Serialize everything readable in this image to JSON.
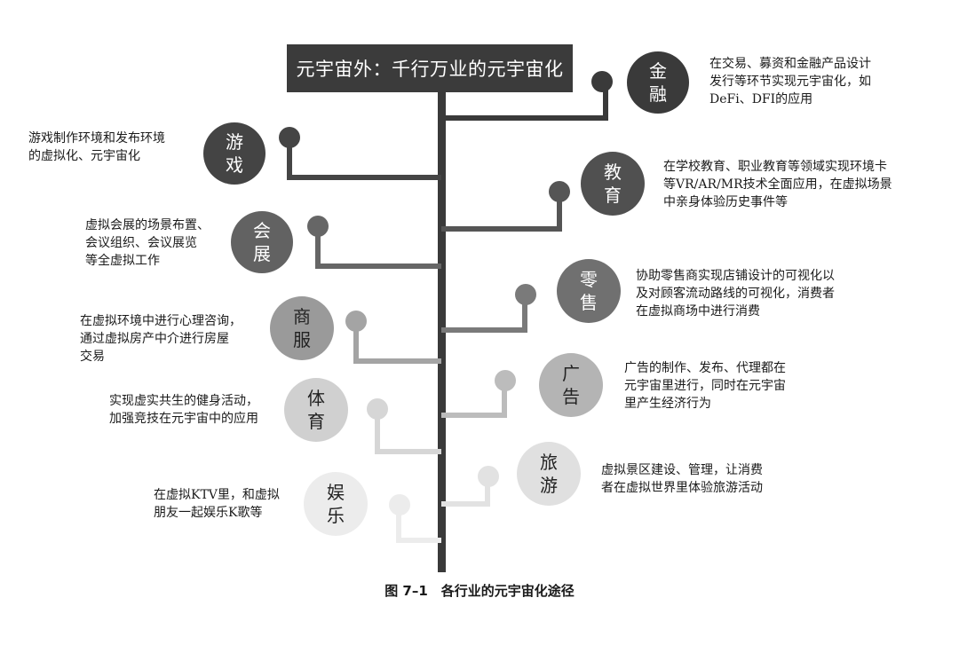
{
  "title": "元宇宙外：千行万业的元宇宙化",
  "caption": "图 7–1　各行业的元宇宙化途径",
  "branches": [
    {
      "id": "finance",
      "char1": "金",
      "char2": "融",
      "desc": "在交易、募资和金融产品设计\n发行等环节实现元宇宙化，如\nDeFi、DFI的应用",
      "color": "#3a3a3a",
      "text_color": "#ffffff"
    },
    {
      "id": "game",
      "char1": "游",
      "char2": "戏",
      "desc": "游戏制作环境和发布环境\n的虚拟化、元宇宙化",
      "color": "#444444",
      "text_color": "#ffffff"
    },
    {
      "id": "education",
      "char1": "教",
      "char2": "育",
      "desc": "在学校教育、职业教育等领域实现环境卡\n等VR/AR/MR技术全面应用，在虚拟场景\n中亲身体验历史事件等",
      "color": "#505050",
      "text_color": "#ffffff"
    },
    {
      "id": "exhibition",
      "char1": "会",
      "char2": "展",
      "desc": "虚拟会展的场景布置、\n会议组织、会议展览\n等全虚拟工作",
      "color": "#626262",
      "text_color": "#ffffff"
    },
    {
      "id": "retail",
      "char1": "零",
      "char2": "售",
      "desc": "协助零售商实现店铺设计的可视化以\n及对顾客流动路线的可视化，消费者\n在虚拟商场中进行消费",
      "color": "#707070",
      "text_color": "#ffffff"
    },
    {
      "id": "commerce",
      "char1": "商",
      "char2": "服",
      "desc": "在虚拟环境中进行心理咨询，\n通过虚拟房产中介进行房屋\n交易",
      "color": "#9a9a9a",
      "text_color": "#222222"
    },
    {
      "id": "advertising",
      "char1": "广",
      "char2": "告",
      "desc": "广告的制作、发布、代理都在\n元宇宙里进行，同时在元宇宙\n里产生经济行为",
      "color": "#b4b4b4",
      "text_color": "#222222"
    },
    {
      "id": "sports",
      "char1": "体",
      "char2": "育",
      "desc": "实现虚实共生的健身活动，\n加强竞技在元宇宙中的应用",
      "color": "#d0d0d0",
      "text_color": "#222222"
    },
    {
      "id": "travel",
      "char1": "旅",
      "char2": "游",
      "desc": "虚拟景区建设、管理，让消费\n者在虚拟世界里体验旅游活动",
      "color": "#e0e0e0",
      "text_color": "#222222"
    },
    {
      "id": "entertainment",
      "char1": "娱",
      "char2": "乐",
      "desc": "在虚拟KTV里，和虚拟\n朋友一起娱乐K歌等",
      "color": "#ececec",
      "text_color": "#222222"
    }
  ]
}
